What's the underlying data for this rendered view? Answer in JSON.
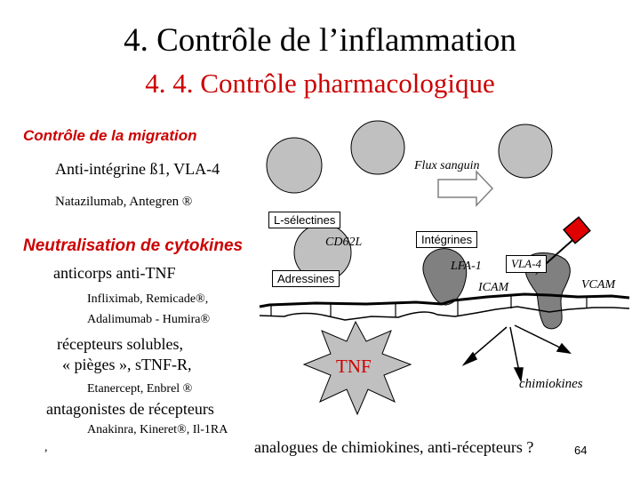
{
  "slide": {
    "title": "4. Contrôle de l’inflammation",
    "subtitle": "4. 4. Contrôle pharmacologique",
    "page_number": "64"
  },
  "left": {
    "migration_heading": "Contrôle de la migration",
    "anti_integrin": "Anti-intégrine ß1, VLA-4",
    "natalizumab": "Natazilumab, Antegren ®",
    "neutralisation_heading": "Neutralisation de cytokines",
    "anticorps": "anticorps anti-TNF",
    "infliximab": "Infliximab, Remicade®,",
    "adalimumab": "Adalimumab - Humira®",
    "recepteurs": "récepteurs solubles,",
    "pieges": "« pièges », s‌TNF-R,",
    "etanercept": "Etanercept, Enbrel ®",
    "antagonistes": "antagonistes de récepteurs",
    "anakinra": "Anakinra, Kineret®, Il-1RA",
    "comma": ","
  },
  "diagram": {
    "flux": "Flux sanguin",
    "l_selectines": "L-sélectines",
    "cd62l": "CD62L",
    "integrines": "Intégrines",
    "lfa1": "LFA-1",
    "vla4": "VLA-4",
    "adressines": "Adressines",
    "icam": "ICAM",
    "vcam": "VCAM",
    "tnf": "TNF",
    "chimiokines": "chimiokines",
    "bottom_line": "analogues de chimiokines, anti-récepteurs ?"
  },
  "colors": {
    "subtitle": "#cc0000",
    "heading": "#cc0000",
    "tnf": "#cc0000",
    "cell_fill": "#c0c0c0",
    "adhered_cell": "#808080",
    "arrow_red": "#e00000"
  }
}
